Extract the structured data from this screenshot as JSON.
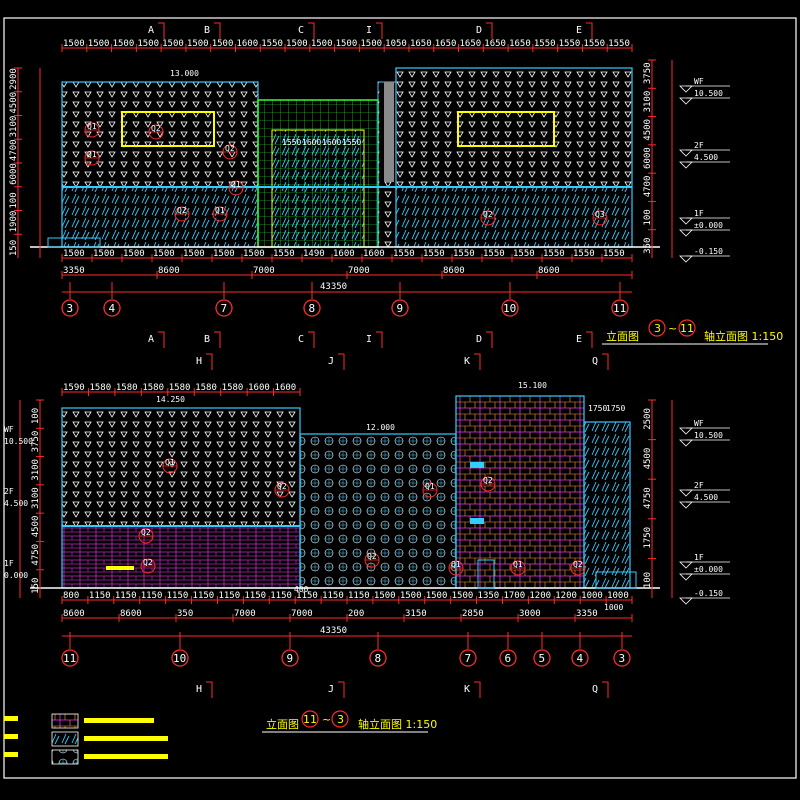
{
  "colors": {
    "background": "#000000",
    "frame": "#ffffff",
    "red": "#ff2a2a",
    "cyan": "#33ccff",
    "green": "#33ff33",
    "yellow": "#ffff00",
    "magenta": "#ff33ff"
  },
  "top_elevation": {
    "title": "立面图",
    "range_start": "3",
    "range_end": "11",
    "scale_label": "轴立面图 1:150",
    "grid_letters": [
      "A",
      "B",
      "C",
      "I",
      "D",
      "E"
    ],
    "axes": [
      "3",
      "4",
      "7",
      "8",
      "9",
      "10",
      "11"
    ],
    "top_dims": [
      "1500",
      "1500",
      "1500",
      "1500",
      "1500",
      "1500",
      "1500",
      "1600",
      "1550",
      "1500",
      "1500",
      "1500",
      "1500",
      "1050",
      "1650",
      "1650",
      "1650",
      "1650",
      "1650",
      "1550",
      "1550",
      "1550",
      "1550"
    ],
    "bottom_dims": [
      "1500",
      "1500",
      "1500",
      "1500",
      "1500",
      "1500",
      "1500",
      "1550",
      "1490",
      "1600",
      "1600",
      "1550",
      "1550",
      "1550",
      "1550",
      "1550",
      "1550",
      "1550",
      "1550"
    ],
    "span_dims": [
      "3350",
      "8600",
      "7000",
      "7000",
      "8600",
      "8600"
    ],
    "total": "43350",
    "left_dims": [
      "2900",
      "4500",
      "3100",
      "4700",
      "6000",
      "100",
      "1900",
      "150"
    ],
    "right_dims": [
      "3750",
      "3100",
      "4500",
      "6000",
      "4700",
      "100",
      "350"
    ],
    "levels": [
      "WF",
      "10.500",
      "2F",
      "4.500",
      "1F",
      "±0.000",
      "-0.150"
    ],
    "parapet_label": "13.000",
    "tags": [
      "Q1",
      "Q2",
      "Q1",
      "Q2",
      "Q1",
      "Q2",
      "Q1",
      "Q2",
      "Q3"
    ],
    "frame_dims": [
      "1550",
      "1600",
      "1600",
      "1550"
    ]
  },
  "bottom_elevation": {
    "title": "立面图",
    "range_start": "11",
    "range_end": "3",
    "scale_label": "轴立面图 1:150",
    "grid_letters_top": [
      "H",
      "J",
      "K",
      "Q"
    ],
    "grid_letters_bottom": [
      "H",
      "J",
      "K",
      "Q"
    ],
    "axes": [
      "11",
      "10",
      "9",
      "8",
      "7",
      "6",
      "5",
      "4",
      "3"
    ],
    "top_dims": [
      "1590",
      "1580",
      "1580",
      "1580",
      "1580",
      "1580",
      "1580",
      "1600",
      "1600"
    ],
    "bottom_dims": [
      "800",
      "1150",
      "1150",
      "1150",
      "1150",
      "1150",
      "1150",
      "1150",
      "1150",
      "1150",
      "1150",
      "1150",
      "1500",
      "1500",
      "1500",
      "1500",
      "1350",
      "1700",
      "1200",
      "1200",
      "1000",
      "1000"
    ],
    "span_dims": [
      "8600",
      "8600",
      "350",
      "7000",
      "7000",
      "200",
      "3150",
      "2850",
      "3000",
      "3350"
    ],
    "total": "43350",
    "left_dims": [
      "100",
      "3750",
      "3100",
      "3100",
      "4500",
      "4750",
      "150"
    ],
    "right_dims": [
      "2500",
      "4500",
      "4750",
      "1750",
      "100"
    ],
    "levels": [
      "WF",
      "10.500",
      "2F",
      "4.500",
      "1F",
      "±0.000",
      "-0.150"
    ],
    "level_labels_left": [
      "WF",
      "10.500",
      "2F",
      "4.500",
      "1F",
      "0.000"
    ],
    "parapet_labels": [
      "14.250",
      "12.000",
      "15.100"
    ],
    "right_top_dims": [
      "1750",
      "1750"
    ],
    "tags": [
      "Q1",
      "Q2",
      "Q2",
      "Q2",
      "Q2",
      "Q1",
      "Q2",
      "Q1",
      "Q1",
      "Q2"
    ],
    "side_dims": [
      "400",
      "1000"
    ]
  },
  "legend": {
    "items": [
      "",
      "",
      ""
    ]
  }
}
